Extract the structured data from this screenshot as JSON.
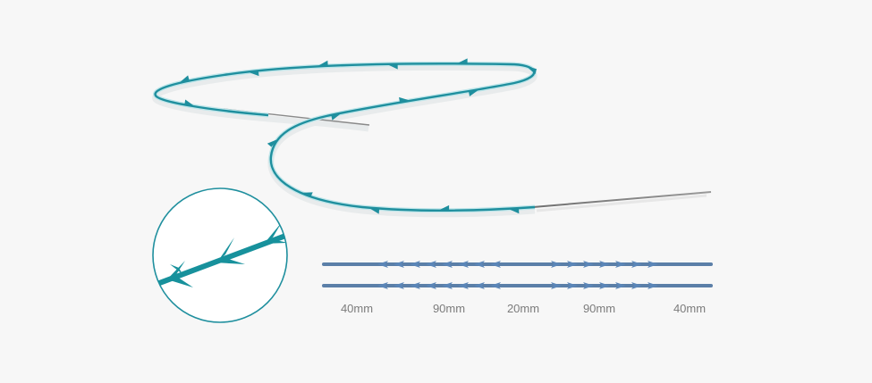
{
  "illustration": {
    "thread_color": "#1f8f9e",
    "thread_highlight": "#bfe6ea",
    "needle_color": "#7a7a7a",
    "barb_color": "#1f8f9e"
  },
  "zoom_detail": {
    "ring_color": "#1f8f9e",
    "thread_color": "#17919c"
  },
  "barb_diagram": {
    "thread_color": "#5b7fa8",
    "barb_color": "#5b86b8",
    "segment_labels": [
      "40mm",
      "90mm",
      "20mm",
      "90mm",
      "40mm"
    ]
  }
}
